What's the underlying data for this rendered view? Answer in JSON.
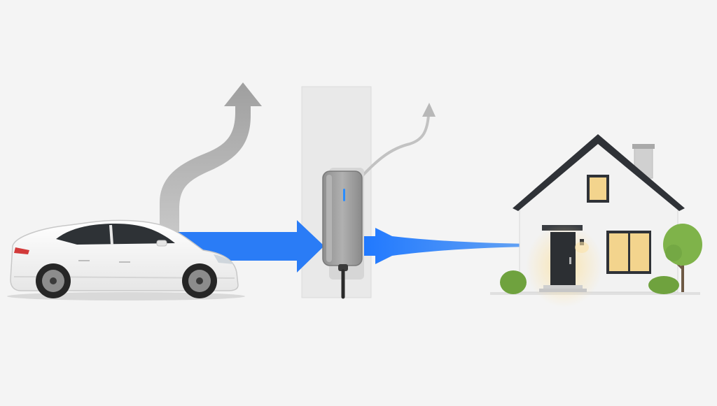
{
  "diagram": {
    "nodes": [
      "electric-car",
      "wall-charger",
      "house"
    ],
    "flows": [
      {
        "from": "electric-car",
        "to": "wall-charger",
        "kind": "energy",
        "color": "#2a7cf6"
      },
      {
        "from": "wall-charger",
        "to": "house",
        "kind": "energy",
        "color": "#2a7cf6"
      },
      {
        "from": "electric-car",
        "to": "outside",
        "kind": "loss",
        "color": "#b5b5b5"
      },
      {
        "from": "wall-charger",
        "to": "outside",
        "kind": "loss",
        "color": "#bdbdbd"
      }
    ]
  },
  "colors": {
    "background": "#f4f4f4",
    "energy_flow": "#2a7cf6",
    "loss_flow": "#b5b5b5",
    "car_body": "#ffffff",
    "charger_body": "#9e9e9e",
    "charger_led": "#2a8cff",
    "house_wall": "#f2f2f2",
    "roof": "#2f3237",
    "window_light": "#f3d48d",
    "door": "#2c2f33",
    "tree_green": "#7fb34a"
  },
  "icons": {
    "car": "electric-car-icon",
    "charger": "wall-charger-icon",
    "house": "house-icon",
    "tree": "tree-icon",
    "bush": "bush-icon",
    "lamp": "wall-lamp-icon"
  }
}
